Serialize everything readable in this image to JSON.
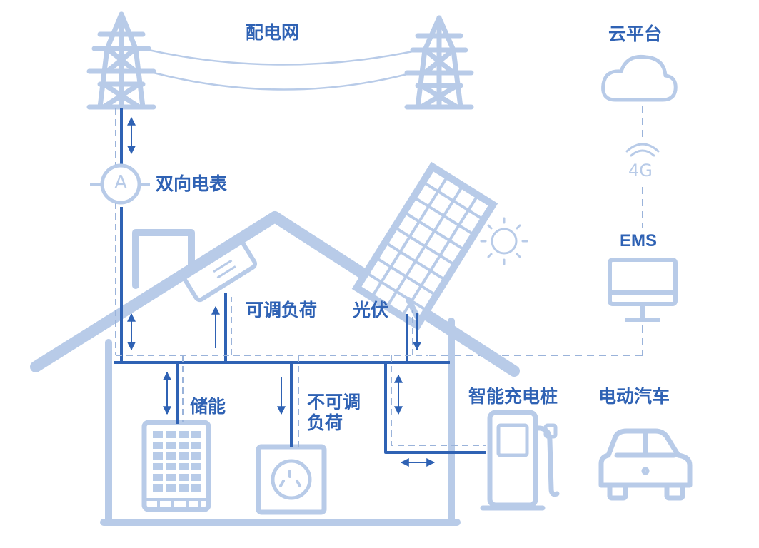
{
  "labels": {
    "grid": "配电网",
    "cloud": "云平台",
    "meter": "双向电表",
    "meter_symbol": "A",
    "network": "4G",
    "ems": "EMS",
    "adjustable_load": "可调负荷",
    "pv": "光伏",
    "storage": "储能",
    "fixed_load": "不可调负荷",
    "charger": "智能充电桩",
    "ev": "电动汽车"
  },
  "colors": {
    "structure": "#b8cbe8",
    "power_line": "#2f62b4",
    "signal_line": "#9ab3da",
    "label": "#2f62b4"
  }
}
